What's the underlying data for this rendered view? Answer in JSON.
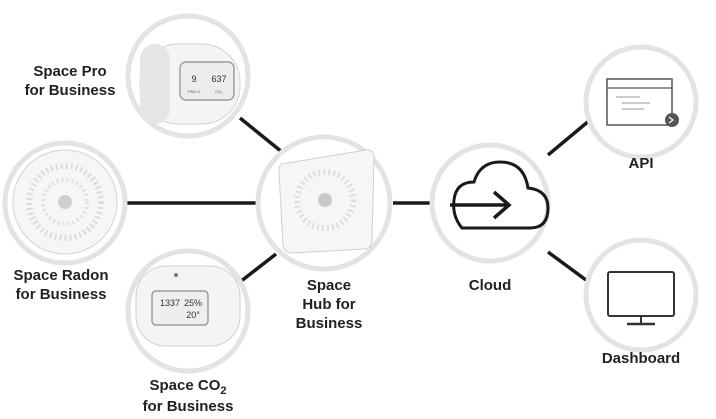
{
  "nodes": {
    "space_pro": {
      "line1": "Space Pro",
      "line2": "for Business",
      "readout_left": "9",
      "readout_right": "637",
      "unit_left": "PM2.5",
      "unit_right": "CO₂"
    },
    "space_radon": {
      "line1": "Space Radon",
      "line2": "for Business"
    },
    "space_co2": {
      "line1_prefix": "Space CO",
      "line1_sub": "2",
      "line2": "for Business",
      "reading_co2": "1337",
      "reading_humidity": "25%",
      "reading_temp": "20°"
    },
    "hub": {
      "line1": "Space",
      "line2": "Hub for",
      "line3": "Business"
    },
    "cloud": {
      "label": "Cloud"
    },
    "api": {
      "label": "API"
    },
    "dashboard": {
      "label": "Dashboard"
    }
  },
  "colors": {
    "ring": "#e3e3e3",
    "line": "#1a1a1a",
    "device": "#f4f4f4",
    "device_shade": "#d8d8d8",
    "text": "#222222"
  }
}
